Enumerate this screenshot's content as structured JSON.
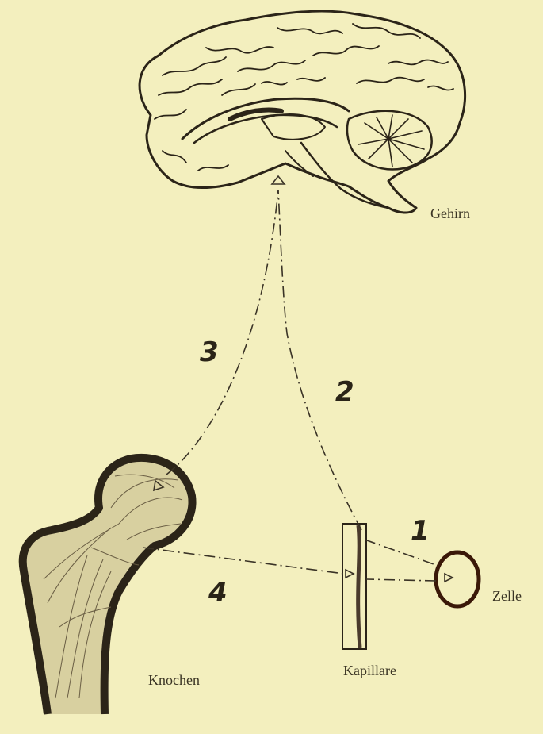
{
  "labels": {
    "brain": "Gehirn",
    "bone": "Knochen",
    "capillary": "Kapillare",
    "cell": "Zelle"
  },
  "pathways": [
    {
      "number": "1"
    },
    {
      "number": "2"
    },
    {
      "number": "3"
    },
    {
      "number": "4"
    }
  ],
  "colors": {
    "paper": "#f3efbe",
    "ink": "#2b2418",
    "cell_outline": "#3a1808"
  }
}
